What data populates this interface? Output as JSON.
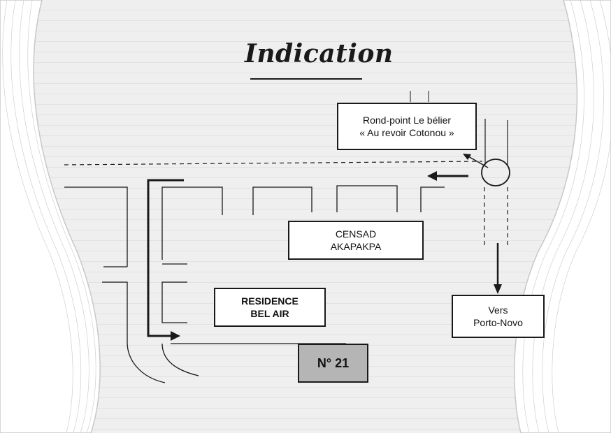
{
  "title": "Indication",
  "labels": {
    "roundabout": {
      "line1": "Rond-point Le bélier",
      "line2": "« Au revoir Cotonou »"
    },
    "censad": {
      "line1": "CENSAD",
      "line2": "AKAPAKPA"
    },
    "residence": {
      "line1": "RESIDENCE",
      "line2": "BEL AIR"
    },
    "porto_novo": {
      "line1": "Vers",
      "line2": "Porto-Novo"
    },
    "destination": "N° 21"
  },
  "colors": {
    "ink": "#1a1a1a",
    "destination_fill": "#b5b5b5",
    "paper": "#efefef"
  }
}
